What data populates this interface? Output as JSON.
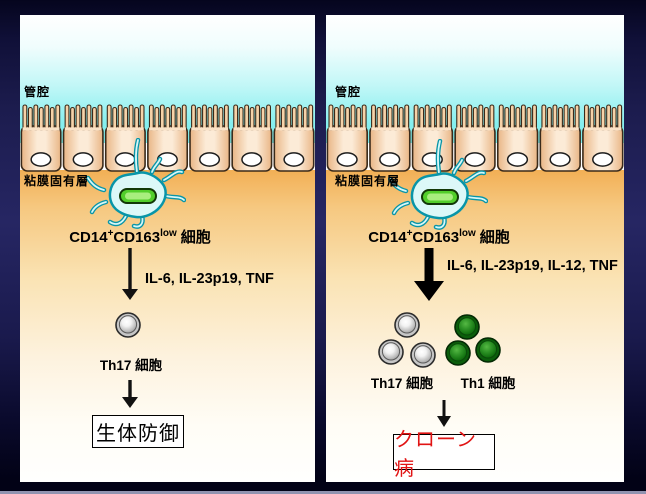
{
  "slide": {
    "panels": [
      {
        "id": "healthy",
        "lumen_label": "管腔",
        "lamina_label": "粘膜固有層",
        "source_cell_label": {
          "p1": "CD14",
          "sup1": "+",
          "p2": "CD163",
          "sup2": "low",
          "suffix": "細胞"
        },
        "cytokines": "IL-6, IL-23p19,  TNF",
        "effector_cells": [
          {
            "name": "Th17",
            "label": "Th17 細胞",
            "color_key": "th17_gray",
            "count": 1
          }
        ],
        "outcome": {
          "label": "生体防御",
          "color": "#000000"
        }
      },
      {
        "id": "disease",
        "lumen_label": "管腔",
        "lamina_label": "粘膜固有層",
        "source_cell_label": {
          "p1": "CD14",
          "sup1": "+",
          "p2": "CD163",
          "sup2": "low",
          "suffix": "細胞"
        },
        "cytokines": "IL-6, IL-23p19, IL-12, TNF",
        "effector_cells": [
          {
            "name": "Th17",
            "label": "Th17 細胞",
            "color_key": "th17_gray",
            "count": 3
          },
          {
            "name": "Th1",
            "label": "Th1 細胞",
            "color_key": "th1_green",
            "count": 3
          }
        ],
        "outcome": {
          "label": "クローン病",
          "color": "#E11414"
        }
      }
    ],
    "colors": {
      "background_navy": "#1C1C4E",
      "lumen_cyan": "#7CECEC",
      "lamina_orange": "#F2AF55",
      "epithelium_peach": "#FCEBD7",
      "dendritic_cyan": "#DCF8F8",
      "dendritic_outline": "#0895A8",
      "nucleus_green": "#52CE2B",
      "th17_gray": "#C6C6C6",
      "th1_green": "#0B5E0B",
      "outcome_red": "#E11414",
      "arrow_black": "#111111"
    }
  }
}
